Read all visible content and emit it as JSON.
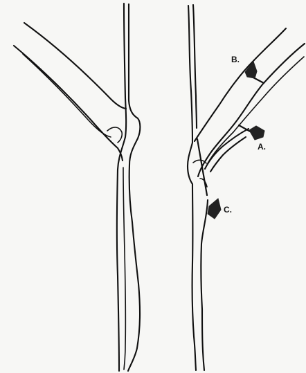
{
  "diagram": {
    "labels": {
      "a": "A.",
      "b": "B.",
      "c": "C."
    },
    "colors": {
      "ink": "#111111",
      "arrow": "#222222",
      "paper": "#f7f7f5"
    }
  }
}
